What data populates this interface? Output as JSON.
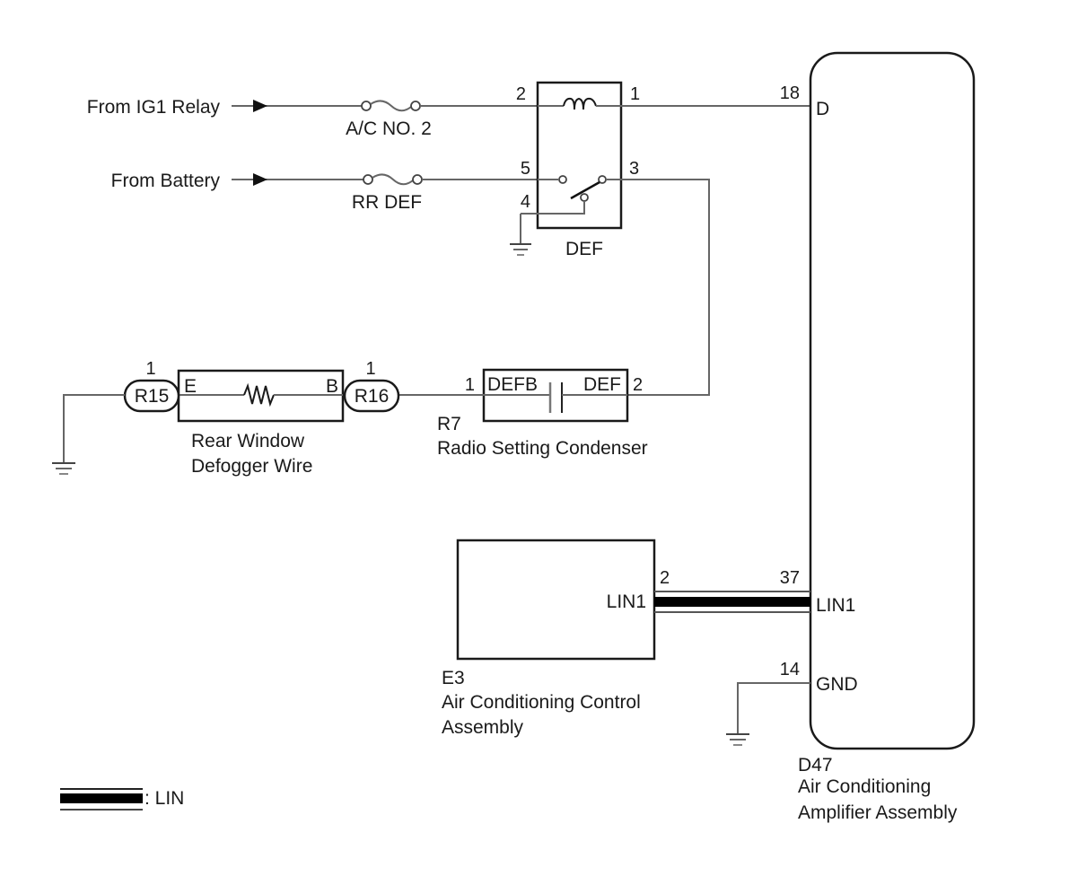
{
  "sources": {
    "ig1": "From IG1 Relay",
    "battery": "From Battery"
  },
  "fuses": {
    "ac_no2": "A/C NO. 2",
    "rr_def": "RR DEF"
  },
  "relay": {
    "name": "DEF",
    "pins": {
      "p1": "1",
      "p2": "2",
      "p3": "3",
      "p4": "4",
      "p5": "5"
    }
  },
  "amplifier": {
    "code": "D47",
    "name_line1": "Air Conditioning",
    "name_line2": "Amplifier Assembly",
    "pins": {
      "d_num": "18",
      "d_name": "D",
      "lin_num": "37",
      "lin_name": "LIN1",
      "gnd_num": "14",
      "gnd_name": "GND"
    }
  },
  "defogger": {
    "name_line1": "Rear Window",
    "name_line2": "Defogger Wire",
    "left_terminal": "E",
    "right_terminal": "B",
    "left_connector": "R15",
    "left_connector_pin": "1",
    "right_connector": "R16",
    "right_connector_pin": "1"
  },
  "condenser": {
    "code": "R7",
    "name": "Radio Setting Condenser",
    "left_terminal": "DEFB",
    "right_terminal": "DEF",
    "left_pin": "1",
    "right_pin": "2"
  },
  "control": {
    "code": "E3",
    "name_line1": "Air Conditioning Control",
    "name_line2": "Assembly",
    "lin_name": "LIN1",
    "lin_pin": "2"
  },
  "legend": {
    "lin_label": ": LIN"
  }
}
